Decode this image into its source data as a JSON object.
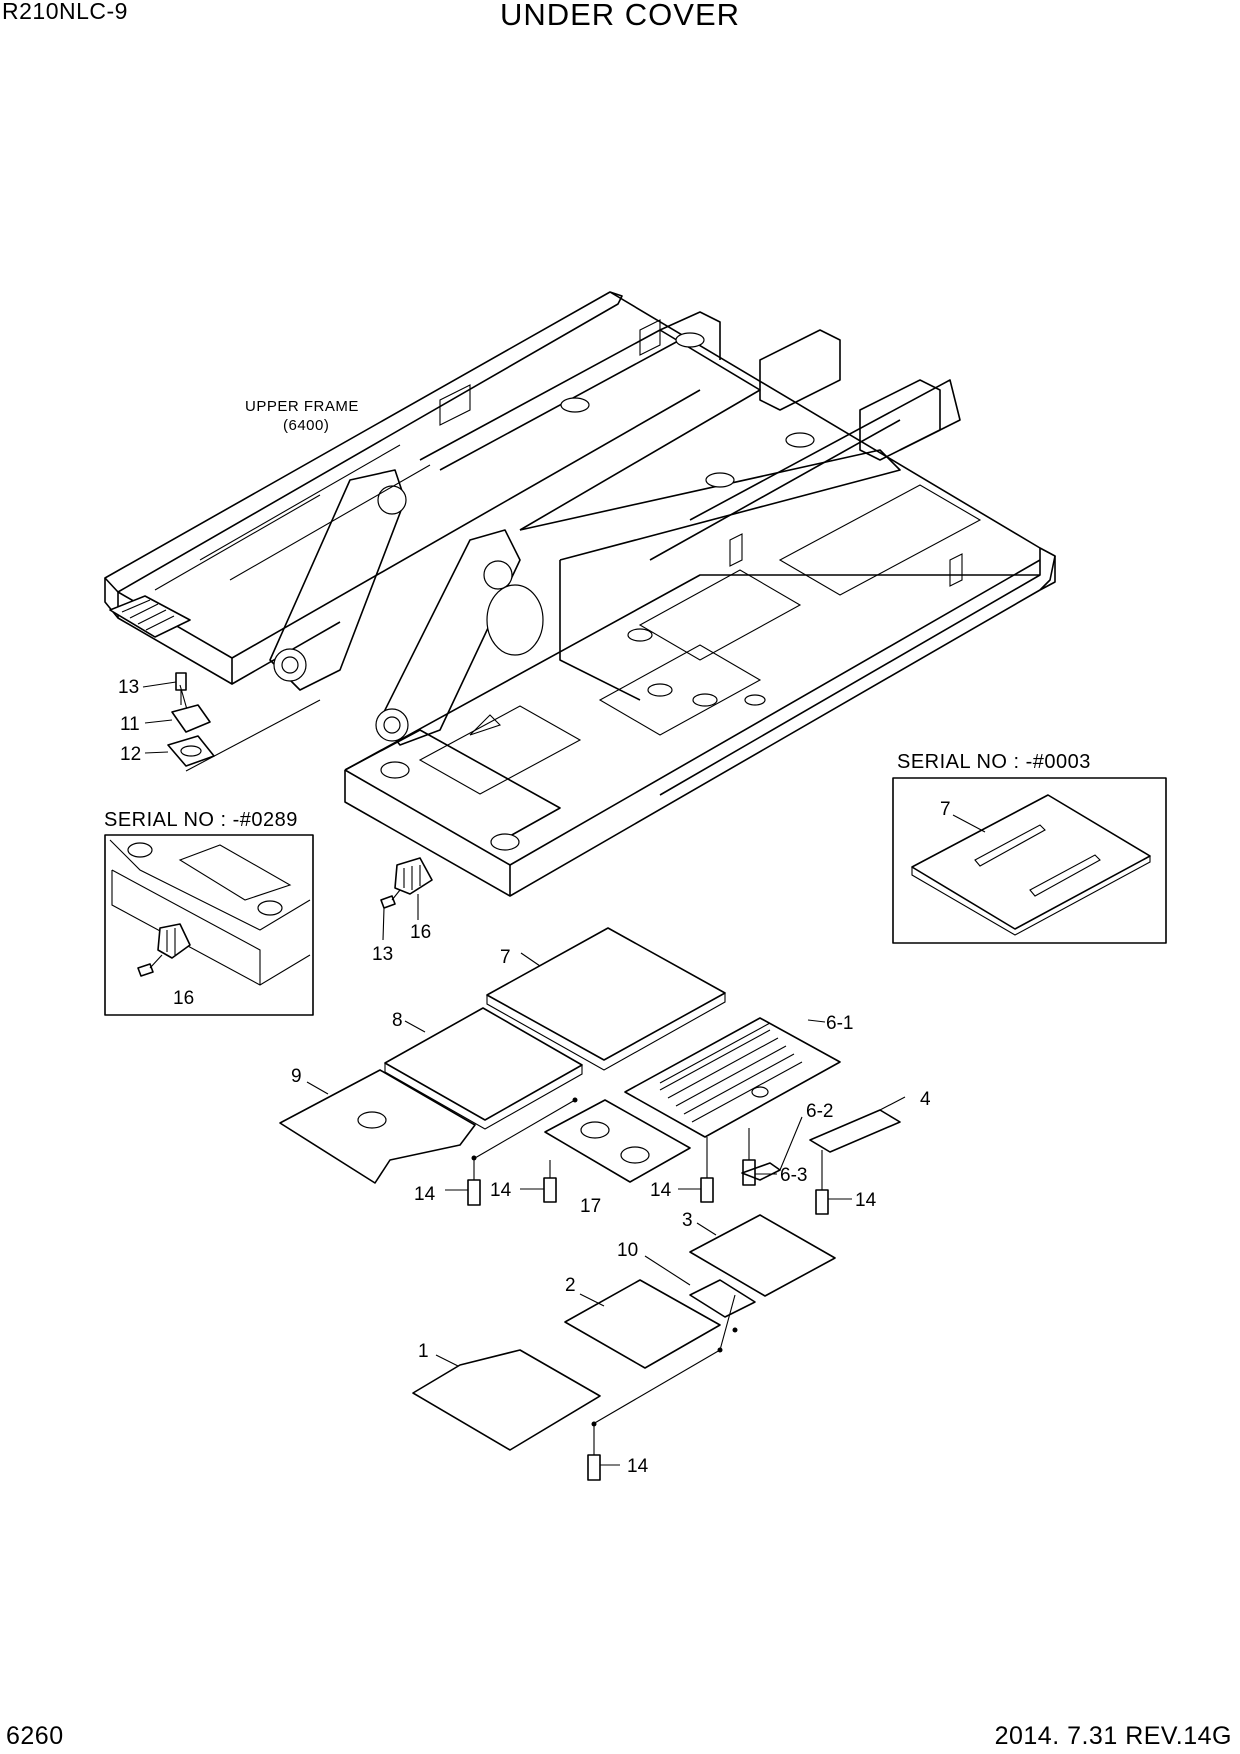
{
  "header": {
    "model": "R210NLC-9",
    "title": "UNDER COVER"
  },
  "footer": {
    "page_number": "6260",
    "revision": "2014. 7.31  REV.14G"
  },
  "upper_frame": {
    "line1": "UPPER FRAME",
    "line2": "(6400)"
  },
  "inset_left": {
    "serial": "SERIAL NO : -#0289",
    "part_label": "16"
  },
  "inset_right": {
    "serial": "SERIAL NO : -#0003",
    "part_label": "7"
  },
  "callouts": {
    "c13a": "13",
    "c11": "11",
    "c12": "12",
    "c13b": "13",
    "c16": "16",
    "c7": "7",
    "c8": "8",
    "c9": "9",
    "c6_1": "6-1",
    "c6_2": "6-2",
    "c6_3": "6-3",
    "c4": "4",
    "c14a": "14",
    "c14b": "14",
    "c14c": "14",
    "c14d": "14",
    "c14e": "14",
    "c17": "17",
    "c3": "3",
    "c10": "10",
    "c2": "2",
    "c1": "1"
  }
}
